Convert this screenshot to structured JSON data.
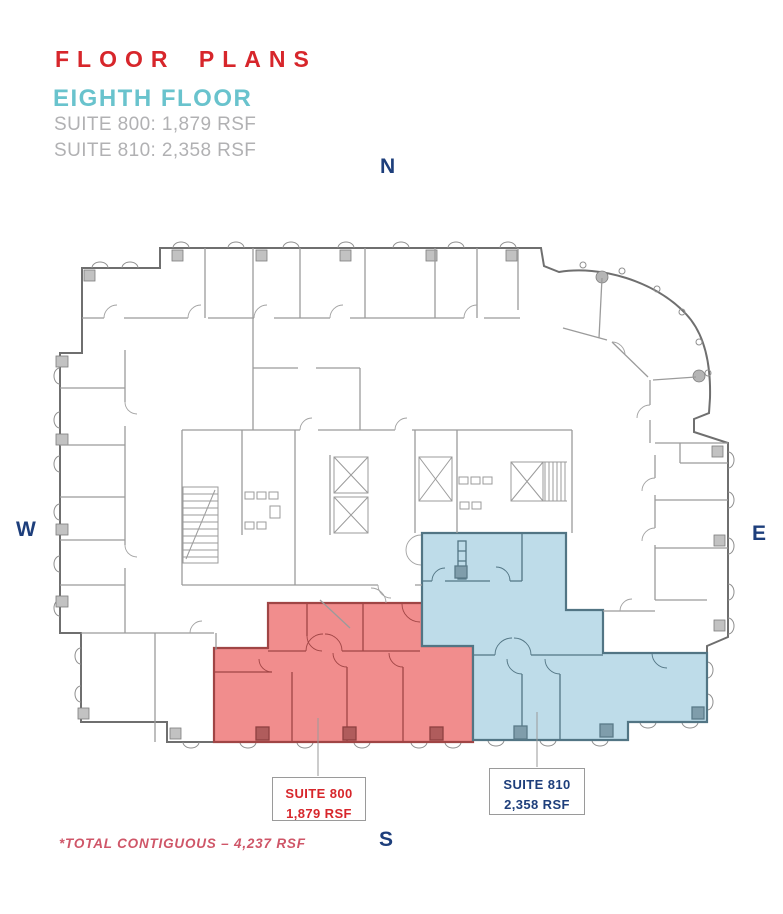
{
  "header": {
    "title": "FLOOR PLANS",
    "subtitle": "EIGHTH FLOOR",
    "suite800_line": "SUITE 800: 1,879 RSF",
    "suite810_line": "SUITE 810: 2,358 RSF"
  },
  "compass": {
    "n": "N",
    "w": "W",
    "e": "E",
    "s": "S"
  },
  "labels": {
    "suite800": {
      "name": "SUITE 800",
      "rsf": "1,879 RSF"
    },
    "suite810": {
      "name": "SUITE 810",
      "rsf": "2,358 RSF"
    }
  },
  "footnote": "*TOTAL CONTIGUOUS – 4,237 RSF",
  "colors": {
    "brand_red": "#d7262b",
    "teal": "#69c3cd",
    "gray_text": "#b1b1b3",
    "navy": "#1d3e7b",
    "suite800_fill": "#f18d8d",
    "suite800_wall": "#a04545",
    "suite810_fill": "#bedce9",
    "suite810_wall": "#527584",
    "plan_wall": "#6f6f6f"
  }
}
